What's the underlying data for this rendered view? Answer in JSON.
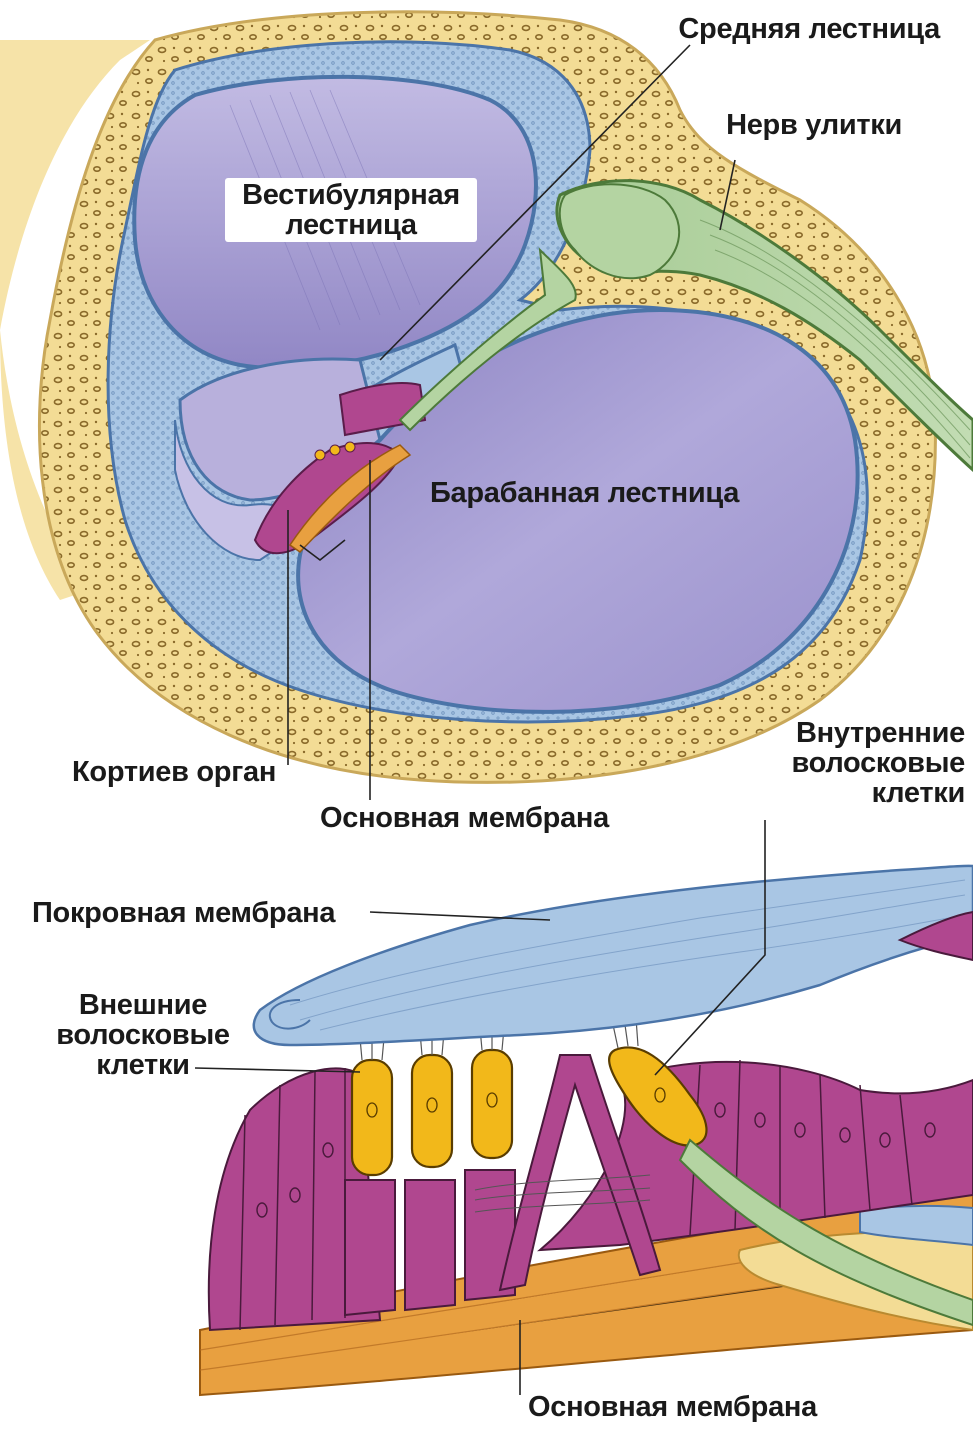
{
  "labels": {
    "scala_media": "Средняя лестница",
    "cochlear_nerve": "Нерв улитки",
    "scala_vestibuli_line1": "Вестибулярная",
    "scala_vestibuli_line2": "лестница",
    "scala_tympani": "Барабанная лестница",
    "organ_of_corti": "Кортиев орган",
    "basilar_membrane_top": "Основная мембрана",
    "inner_hair_cells_line1": "Внутренние",
    "inner_hair_cells_line2": "волосковые",
    "inner_hair_cells_line3": "клетки",
    "tectorial_membrane": "Покровная мембрана",
    "outer_hair_cells_line1": "Внешние",
    "outer_hair_cells_line2": "волосковые",
    "outer_hair_cells_line3": "клетки",
    "basilar_membrane_bottom": "Основная мембрана"
  },
  "colors": {
    "bone": "#f3dc95",
    "bone_dots": "#8a6a2a",
    "membrane_blue": "#a9c6e4",
    "fluid_purple": "#a59cd0",
    "nerve_green": "#b4d4a2",
    "support_cell_magenta": "#b0478f",
    "hair_cell_yellow": "#f2b81a",
    "basilar_orange": "#e8a040",
    "leader_line": "#222222"
  }
}
